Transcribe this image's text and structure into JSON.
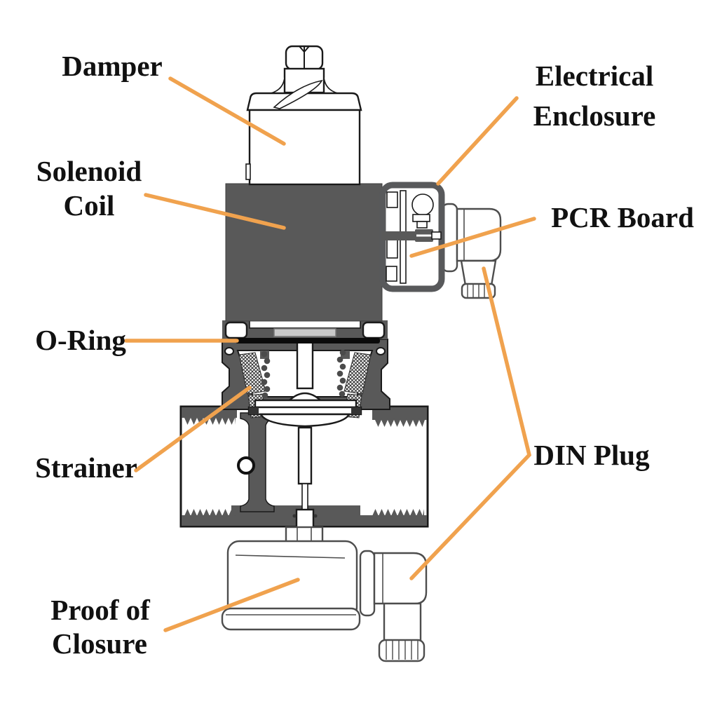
{
  "title": "Solenoid Valve Cutaway Diagram",
  "colors": {
    "leader_line": "#F0A24E",
    "part_dark_gray": "#595959",
    "o_ring_black": "#0b0b0b",
    "armature_light_gray": "#c9c9c9",
    "label_text": "#111111"
  },
  "labels": {
    "damper": {
      "text": "Damper"
    },
    "electrical_enclosure": {
      "lines": [
        "Electrical",
        "Enclosure"
      ]
    },
    "solenoid_coil": {
      "lines": [
        "Solenoid",
        "Coil"
      ]
    },
    "pcr_board": {
      "text": "PCR Board"
    },
    "o_ring": {
      "text": "O-Ring"
    },
    "strainer": {
      "text": "Strainer"
    },
    "din_plug": {
      "text": "DIN Plug"
    },
    "proof_of_closure": {
      "lines": [
        "Proof of",
        "Closure"
      ]
    }
  }
}
